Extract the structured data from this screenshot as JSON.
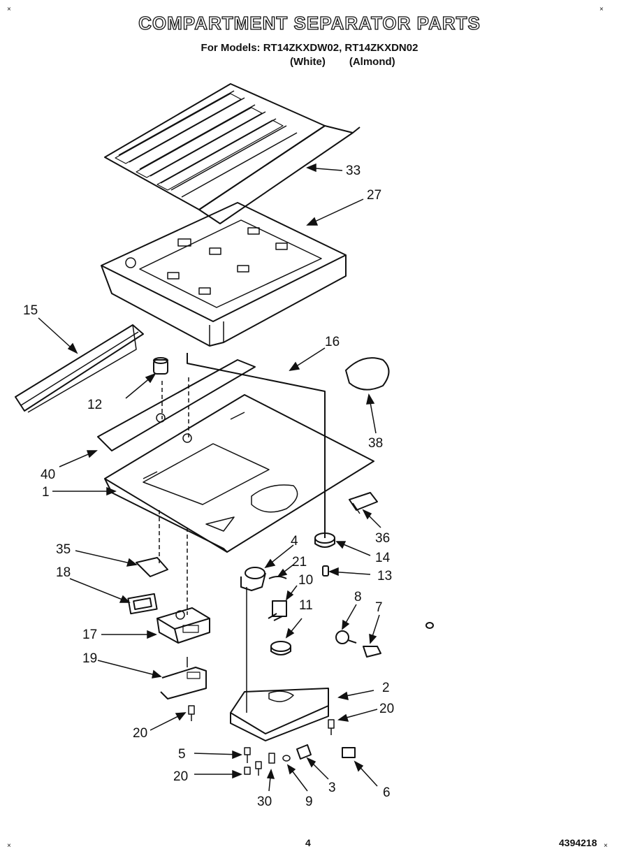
{
  "header": {
    "title": "COMPARTMENT SEPARATOR PARTS",
    "models_line": "For Models: RT14ZKXDW02, RT14ZKXDN02",
    "color_white": "(White)",
    "color_almond": "(Almond)"
  },
  "callouts": {
    "c33": "33",
    "c27": "27",
    "c15": "15",
    "c16": "16",
    "c12": "12",
    "c38": "38",
    "c40": "40",
    "c1": "1",
    "c36": "36",
    "c4": "4",
    "c14": "14",
    "c35": "35",
    "c21": "21",
    "c13": "13",
    "c18": "18",
    "c10": "10",
    "c8": "8",
    "c7": "7",
    "c11": "11",
    "c17": "17",
    "c19": "19",
    "c2": "2",
    "c20a": "20",
    "c20b": "20",
    "c5": "5",
    "c20c": "20",
    "c3": "3",
    "c6": "6",
    "c30": "30",
    "c9": "9"
  },
  "footer": {
    "page": "4",
    "doc_number": "4394218"
  }
}
